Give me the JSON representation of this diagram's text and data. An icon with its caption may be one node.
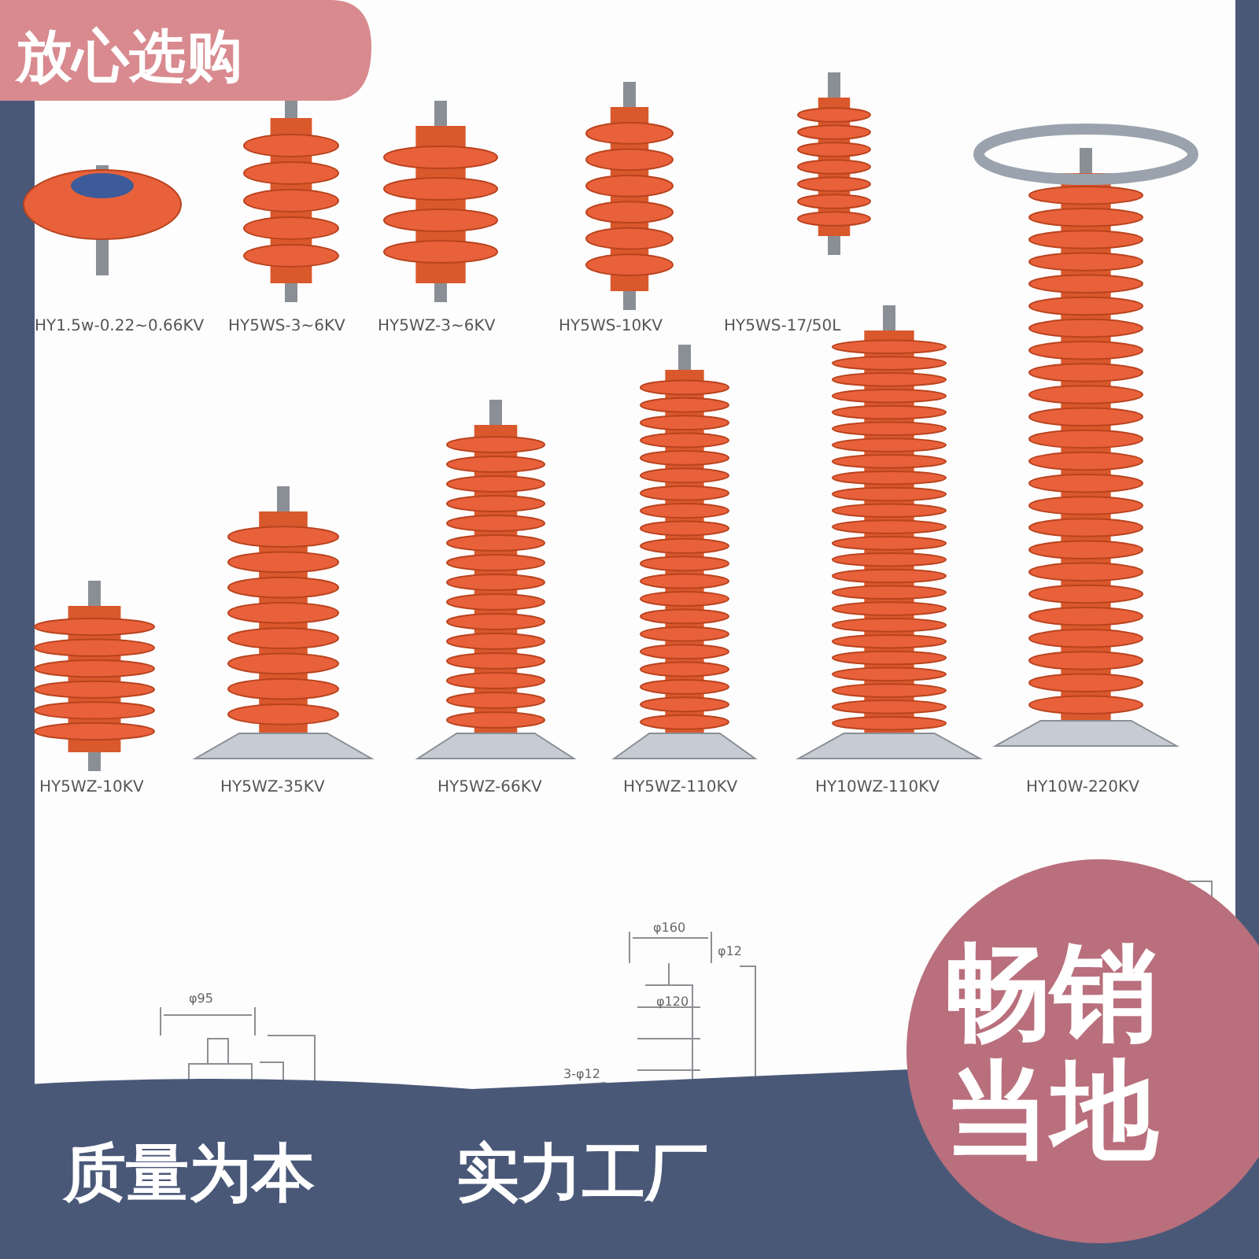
{
  "diagram": {
    "labels": [
      "放心选购",
      "HY1.5w-0.22~0.66KV",
      "HY5WS-3~6KV",
      "HY5WZ-3~6KV",
      "HY5WS-10KV",
      "HY5WS-17/50L",
      "HY5WZ-10KV",
      "HY5WZ-35KV",
      "HY5WZ-66KV",
      "HY5WZ-110KV",
      "HY10WZ-110KV",
      "HY10W-220KV",
      "φ95",
      "φ160",
      "φ12",
      "φ120",
      "3-φ12",
      "畅销当地",
      "质量为本",
      "实力工厂"
    ]
  }
}
